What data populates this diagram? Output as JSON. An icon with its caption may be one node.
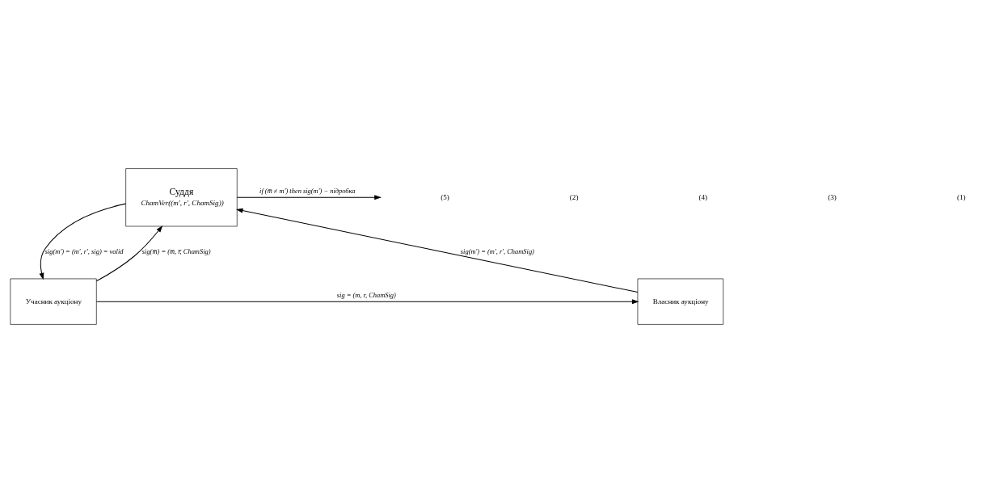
{
  "diagram": {
    "nodes": [
      {
        "text": [
          "Суддя",
          "ChamVer((m', r', ChamSig))"
        ]
      },
      {
        "text": [
          "Учасник аукціону"
        ]
      },
      {
        "text": [
          "Власник аукціону"
        ]
      }
    ],
    "edges": [
      {
        "from": 1,
        "to": 2,
        "arrow": "to",
        "label": "sig = (m, r, ChamSig)"
      },
      {
        "from": 2,
        "to": 0,
        "arrow": "to",
        "label": "sig(m') = (m', r', ChamSig)"
      },
      {
        "from": 0,
        "to": 1,
        "arrow": "to",
        "label": "sig(m') = (m', r', sig) = valid"
      },
      {
        "from": 1,
        "to": 0,
        "arrow": "to",
        "label": "sig(m̅) = (m̅, r̅, ChamSig)"
      },
      {
        "from": 0,
        "to": null,
        "arrow": "to",
        "label": "if (m̅ ≠ m') then sig(m') − підробка"
      }
    ],
    "labels": [
      "(5)",
      "(2)",
      "(4)",
      "(3)",
      "(1)"
    ]
  }
}
